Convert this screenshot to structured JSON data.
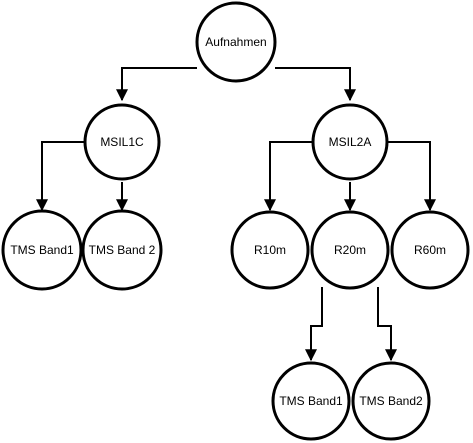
{
  "diagram": {
    "nodes": {
      "root": {
        "label": "Aufnahmen"
      },
      "msil1c": {
        "label": "MSIL1C"
      },
      "msil2a": {
        "label": "MSIL2A"
      },
      "l1c_band1": {
        "label": "TMS Band1"
      },
      "l1c_band2": {
        "label": "TMS Band 2"
      },
      "r10m": {
        "label": "R10m"
      },
      "r20m": {
        "label": "R20m"
      },
      "r60m": {
        "label": "R60m"
      },
      "r20m_band1": {
        "label": "TMS Band1"
      },
      "r20m_band2": {
        "label": "TMS Band2"
      }
    },
    "edges": [
      {
        "from": "root",
        "to": "msil1c"
      },
      {
        "from": "root",
        "to": "msil2a"
      },
      {
        "from": "msil1c",
        "to": "l1c_band1"
      },
      {
        "from": "msil1c",
        "to": "l1c_band2"
      },
      {
        "from": "msil2a",
        "to": "r10m"
      },
      {
        "from": "msil2a",
        "to": "r20m"
      },
      {
        "from": "msil2a",
        "to": "r60m"
      },
      {
        "from": "r20m",
        "to": "r20m_band1"
      },
      {
        "from": "r20m",
        "to": "r20m_band2"
      }
    ]
  }
}
